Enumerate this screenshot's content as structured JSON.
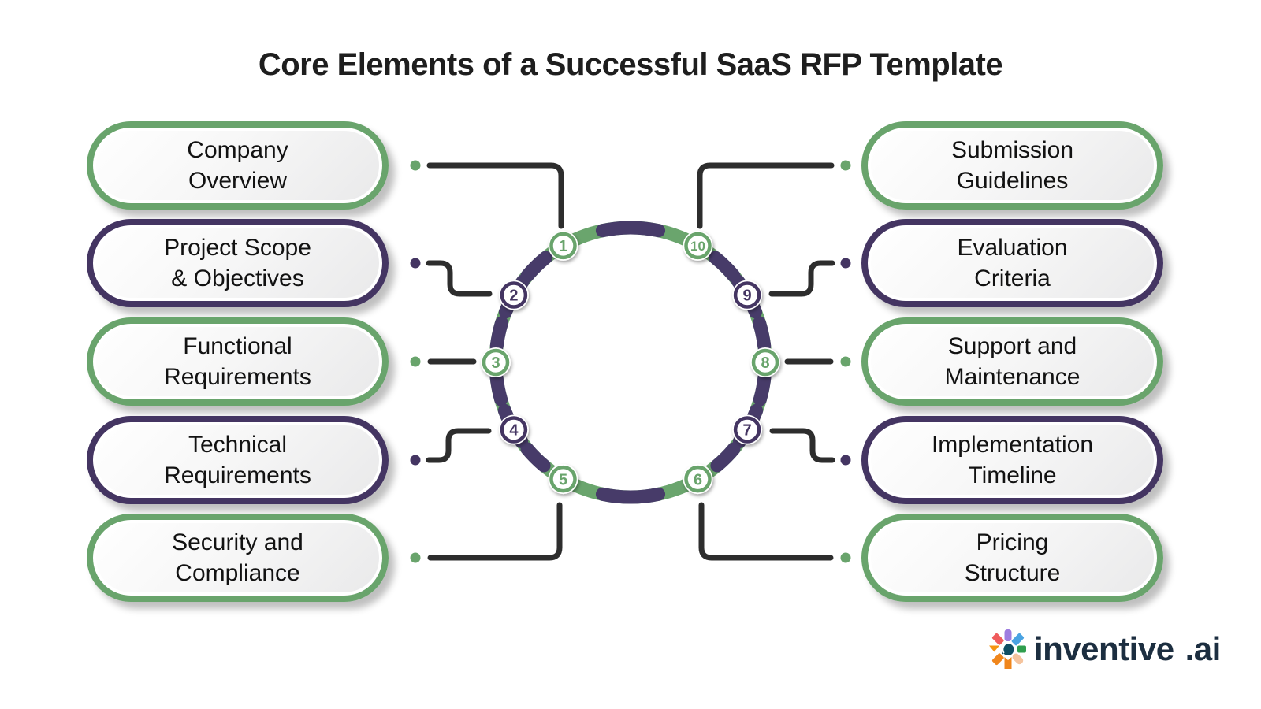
{
  "title": "Core Elements of a Successful SaaS RFP Template",
  "colors": {
    "green": "#69a46c",
    "purple": "#443562",
    "ring_green": "#6aa56d",
    "ring_purple": "#473b69",
    "connector": "#2d2d2d",
    "text": "#121212",
    "logo_navy": "#1c2e40"
  },
  "items": [
    {
      "number": "1",
      "line1": "Company",
      "line2": "Overview",
      "color": "green"
    },
    {
      "number": "2",
      "line1": "Project Scope",
      "line2": "& Objectives",
      "color": "purple"
    },
    {
      "number": "3",
      "line1": "Functional",
      "line2": "Requirements",
      "color": "green"
    },
    {
      "number": "4",
      "line1": "Technical",
      "line2": "Requirements",
      "color": "purple"
    },
    {
      "number": "5",
      "line1": "Security and",
      "line2": "Compliance",
      "color": "green"
    },
    {
      "number": "6",
      "line1": "Pricing",
      "line2": "Structure",
      "color": "green"
    },
    {
      "number": "7",
      "line1": "Implementation",
      "line2": "Timeline",
      "color": "purple"
    },
    {
      "number": "8",
      "line1": "Support and",
      "line2": "Maintenance",
      "color": "green"
    },
    {
      "number": "9",
      "line1": "Evaluation",
      "line2": "Criteria",
      "color": "purple"
    },
    {
      "number": "10",
      "line1": "Submission",
      "line2": "Guidelines",
      "color": "green"
    }
  ],
  "logo": {
    "name": "inventive",
    "suffix": ".ai"
  }
}
